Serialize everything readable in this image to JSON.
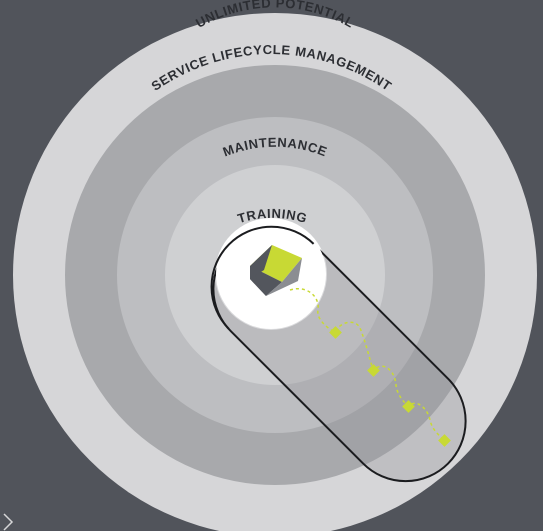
{
  "diagram": {
    "rings": [
      {
        "id": "unlimited-potential",
        "label": "UNLIMITED POTENTIAL"
      },
      {
        "id": "service-lifecycle-management",
        "label": "SERVICE LIFECYCLE MANAGEMENT"
      },
      {
        "id": "maintenance",
        "label": "MAINTENANCE"
      },
      {
        "id": "training",
        "label": "TRAINING"
      }
    ],
    "colors": {
      "background": "#51545b",
      "ring_outer": "#d6d6d8",
      "ring_2": "#a8a9ac",
      "ring_3": "#bdbec1",
      "ring_4": "#cfd0d2",
      "core": "#ffffff",
      "accent": "#c8d934",
      "capsule_stroke": "#1b1c1f",
      "cube_dark": "#53565d",
      "cube_mid": "#8b8d92"
    },
    "icons": [
      "cube-icon",
      "path-marker-icon"
    ]
  }
}
